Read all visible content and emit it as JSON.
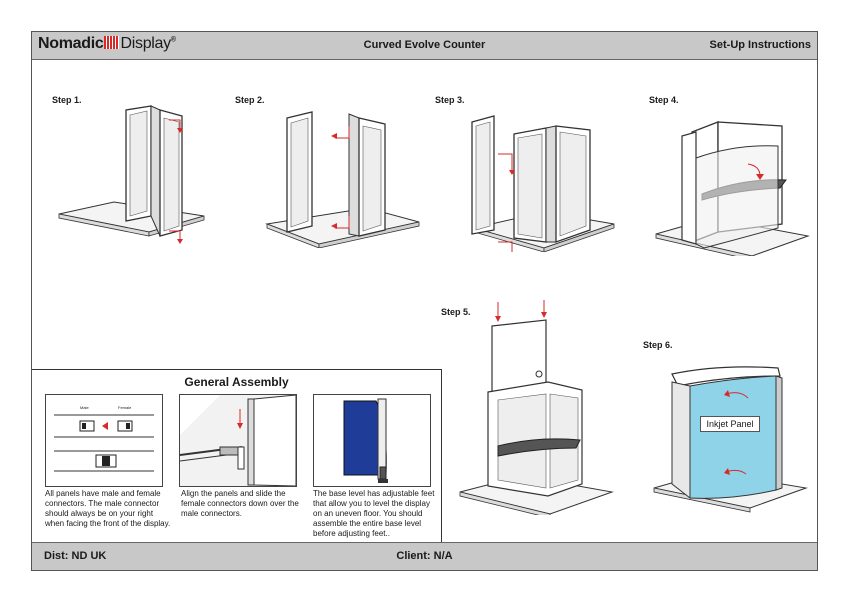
{
  "header": {
    "logo_word1": "Nomadic",
    "logo_word2": "Display",
    "logo_mark": "®",
    "title": "Curved Evolve Counter",
    "right": "Set-Up Instructions"
  },
  "steps": [
    {
      "label": "Step 1."
    },
    {
      "label": "Step 2."
    },
    {
      "label": "Step 3."
    },
    {
      "label": "Step 4."
    },
    {
      "label": "Step 5."
    },
    {
      "label": "Step 6."
    }
  ],
  "step6_panel_label": "Inkjet Panel",
  "general_assembly": {
    "title": "General Assembly",
    "connector_male": "Male",
    "connector_female": "Female",
    "items": [
      {
        "text": "All panels have male and female connectors. The male connector should always be on your right when facing the front of the display."
      },
      {
        "text": "Align the panels and slide the female connectors down over the male connectors."
      },
      {
        "text": "The base level has adjustable feet that allow you to level the display on an uneven floor. You should assemble the entire base level before adjusting feet.."
      }
    ]
  },
  "footer": {
    "left": "Dist: ND UK",
    "center": "Client: N/A"
  },
  "colors": {
    "bar": "#c8c8c8",
    "accent_red": "#d62b2b",
    "panel_blue": "#8fd3e8",
    "foot_blue": "#1f3c99"
  }
}
